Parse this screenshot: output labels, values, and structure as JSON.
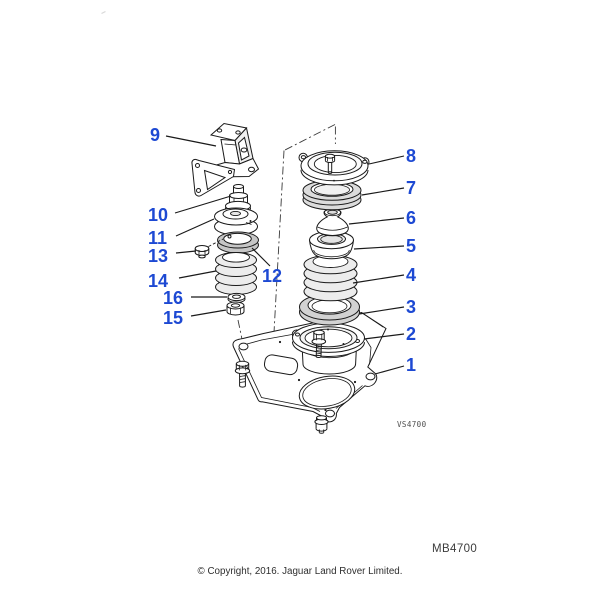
{
  "diagram": {
    "code_label": "VS4700",
    "callouts": [
      {
        "number": "1"
      },
      {
        "number": "2"
      },
      {
        "number": "3"
      },
      {
        "number": "4"
      },
      {
        "number": "5"
      },
      {
        "number": "6"
      },
      {
        "number": "7"
      },
      {
        "number": "8"
      },
      {
        "number": "9"
      },
      {
        "number": "10"
      },
      {
        "number": "11"
      },
      {
        "number": "12"
      },
      {
        "number": "13"
      },
      {
        "number": "14"
      },
      {
        "number": "15"
      },
      {
        "number": "16"
      }
    ]
  },
  "footer": {
    "figure_code": "MB4700",
    "copyright": "© Copyright, 2016. Jaguar Land Rover Limited."
  },
  "colors": {
    "callout_blue": "#1d49d3",
    "line": "#1a1a1a",
    "code_text": "#4f4f4f",
    "footer_text": "#3c3c3c"
  }
}
